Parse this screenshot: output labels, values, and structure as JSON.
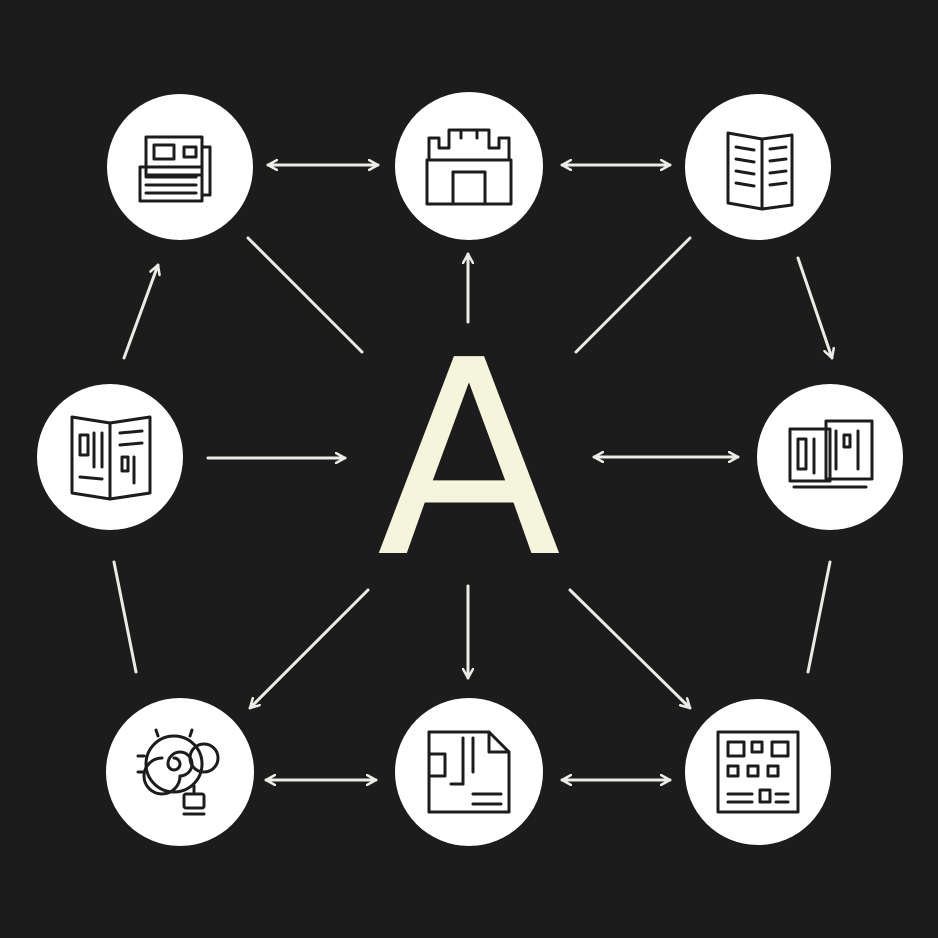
{
  "diagram": {
    "background_color": "#1c1c1c",
    "center": {
      "label": "A",
      "color": "#f4f5da"
    },
    "edge_color": "#ecece6",
    "node_fill": "#ffffff",
    "glyph_color": "#1c1c1c",
    "nodes": [
      {
        "id": "top-left",
        "icon": "newspaper-icon"
      },
      {
        "id": "top-center",
        "icon": "castle-icon"
      },
      {
        "id": "top-right",
        "icon": "open-book-icon"
      },
      {
        "id": "middle-left",
        "icon": "brochure-icon"
      },
      {
        "id": "middle-right",
        "icon": "document-layout-icon"
      },
      {
        "id": "bottom-left",
        "icon": "gear-spiral-icon"
      },
      {
        "id": "bottom-center",
        "icon": "file-circuit-icon"
      },
      {
        "id": "bottom-right",
        "icon": "grid-panel-icon"
      }
    ],
    "edges": [
      {
        "from": "top-left",
        "to": "top-center",
        "direction": "both"
      },
      {
        "from": "top-center",
        "to": "top-right",
        "direction": "both"
      },
      {
        "from": "middle-left",
        "to": "top-left",
        "direction": "forward"
      },
      {
        "from": "top-right",
        "to": "middle-right",
        "direction": "forward"
      },
      {
        "from": "center",
        "to": "top-center",
        "direction": "forward"
      },
      {
        "from": "top-left",
        "to": "center",
        "direction": "none"
      },
      {
        "from": "top-right",
        "to": "center",
        "direction": "none"
      },
      {
        "from": "middle-left",
        "to": "center",
        "direction": "forward"
      },
      {
        "from": "center",
        "to": "middle-right",
        "direction": "both"
      },
      {
        "from": "middle-left",
        "to": "bottom-left",
        "direction": "none"
      },
      {
        "from": "middle-right",
        "to": "bottom-right",
        "direction": "none"
      },
      {
        "from": "center",
        "to": "bottom-left",
        "direction": "forward"
      },
      {
        "from": "center",
        "to": "bottom-center",
        "direction": "forward"
      },
      {
        "from": "center",
        "to": "bottom-right",
        "direction": "forward"
      },
      {
        "from": "bottom-left",
        "to": "bottom-center",
        "direction": "both"
      },
      {
        "from": "bottom-center",
        "to": "bottom-right",
        "direction": "both"
      }
    ]
  }
}
